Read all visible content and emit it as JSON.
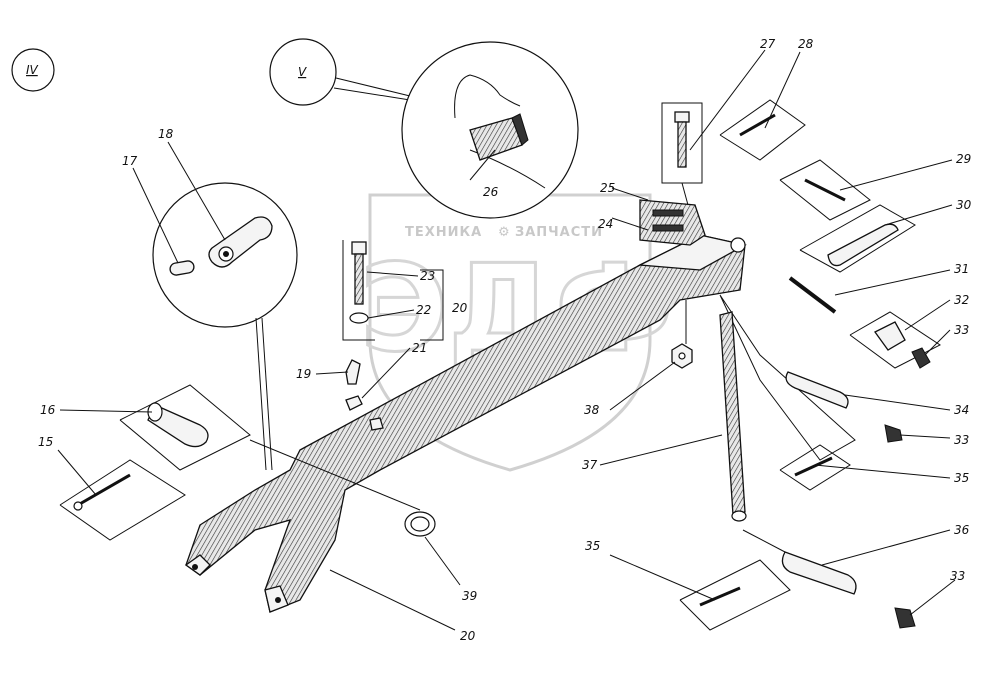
{
  "watermark": {
    "top_line_left": "ТЕХНИКА",
    "top_line_right": "ЗАПЧАСТИ",
    "big_letters": "ЭДФ"
  },
  "views": [
    {
      "id": "iv",
      "label": "IV"
    },
    {
      "id": "v",
      "label": "V"
    }
  ],
  "callouts": [
    {
      "id": "c15",
      "text": "15"
    },
    {
      "id": "c16",
      "text": "16"
    },
    {
      "id": "c17",
      "text": "17"
    },
    {
      "id": "c18",
      "text": "18"
    },
    {
      "id": "c19",
      "text": "19"
    },
    {
      "id": "c20a",
      "text": "20"
    },
    {
      "id": "c20b",
      "text": "20"
    },
    {
      "id": "c21",
      "text": "21"
    },
    {
      "id": "c22",
      "text": "22"
    },
    {
      "id": "c23",
      "text": "23"
    },
    {
      "id": "c24",
      "text": "24"
    },
    {
      "id": "c25",
      "text": "25"
    },
    {
      "id": "c26",
      "text": "26"
    },
    {
      "id": "c27",
      "text": "27"
    },
    {
      "id": "c28",
      "text": "28"
    },
    {
      "id": "c29",
      "text": "29"
    },
    {
      "id": "c30",
      "text": "30"
    },
    {
      "id": "c31",
      "text": "31"
    },
    {
      "id": "c32",
      "text": "32"
    },
    {
      "id": "c33a",
      "text": "33"
    },
    {
      "id": "c33b",
      "text": "33"
    },
    {
      "id": "c33c",
      "text": "33"
    },
    {
      "id": "c34",
      "text": "34"
    },
    {
      "id": "c35a",
      "text": "35"
    },
    {
      "id": "c35b",
      "text": "35"
    },
    {
      "id": "c36",
      "text": "36"
    },
    {
      "id": "c37",
      "text": "37"
    },
    {
      "id": "c38",
      "text": "38"
    },
    {
      "id": "c39",
      "text": "39"
    }
  ]
}
